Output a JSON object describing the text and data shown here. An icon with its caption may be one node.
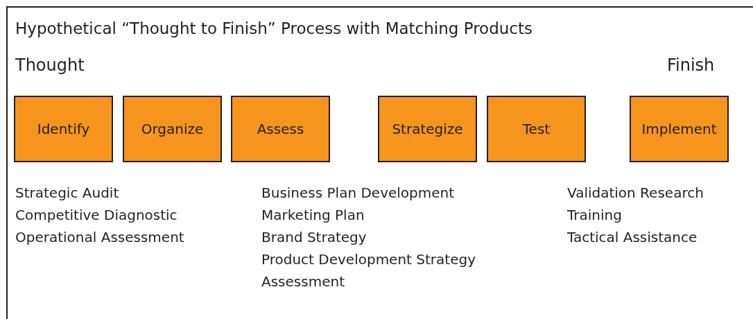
{
  "diagram": {
    "title": "Hypothetical “Thought to Finish” Process with Matching Products",
    "nodes": [
      {
        "text": [
          "Identify"
        ]
      },
      {
        "text": [
          "Organize"
        ]
      },
      {
        "text": [
          "Assess"
        ]
      },
      {
        "text": [
          "Strategize"
        ]
      },
      {
        "text": [
          "Test"
        ]
      },
      {
        "text": [
          "Implement"
        ]
      }
    ],
    "labels": [
      "Thought",
      "Finish",
      "Strategic Audit",
      "Competitive Diagnostic",
      "Operational Assessment",
      "Business Plan Development",
      "Marketing Plan",
      "Brand Strategy",
      "Product Development Strategy",
      "Assessment",
      "Validation Research",
      "Training",
      "Tactical Assistance"
    ]
  }
}
